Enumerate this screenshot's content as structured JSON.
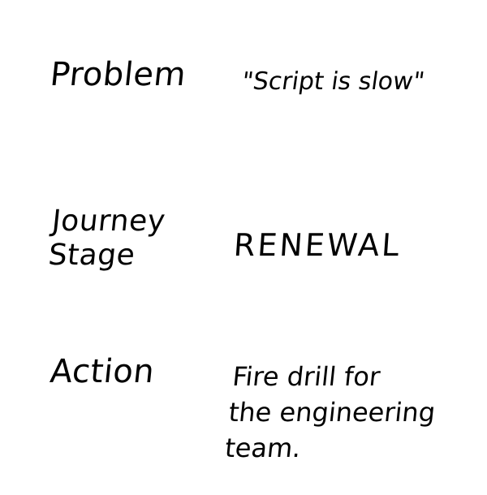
{
  "rows": [
    {
      "label": "Problem",
      "value": "\"Script is slow\""
    },
    {
      "label_lines": [
        "Journey",
        "Stage"
      ],
      "value": "RENEWAL"
    },
    {
      "label": "Action",
      "value_lines": [
        "Fire drill for",
        "the engineering",
        "team."
      ]
    }
  ]
}
